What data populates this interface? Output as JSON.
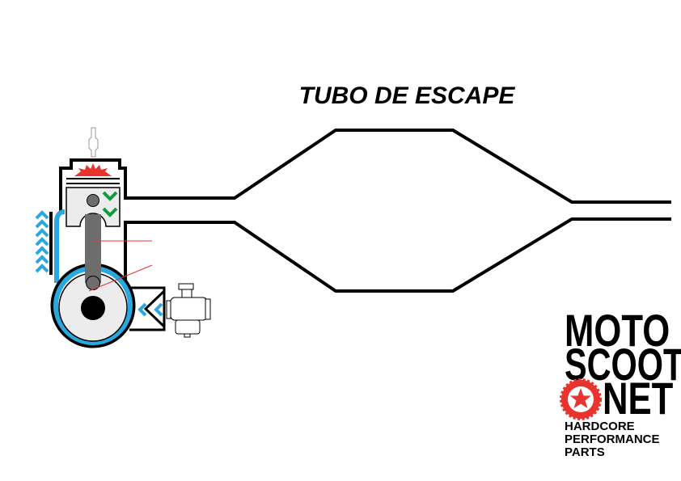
{
  "diagram": {
    "title": "TUBO DE ESCAPE",
    "colors": {
      "accent_blue": "#29a8e0",
      "spark_red": "#e8332e",
      "arrow_green": "#129a3f",
      "rod_grey": "#6d6d6d",
      "body_grey": "#ececec"
    }
  },
  "logo": {
    "line1": "MOTO",
    "line2": "SCOOT",
    "line3": "NET",
    "tagline1": "HARDCORE",
    "tagline2": "PERFORMANCE",
    "tagline3": "PARTS"
  }
}
